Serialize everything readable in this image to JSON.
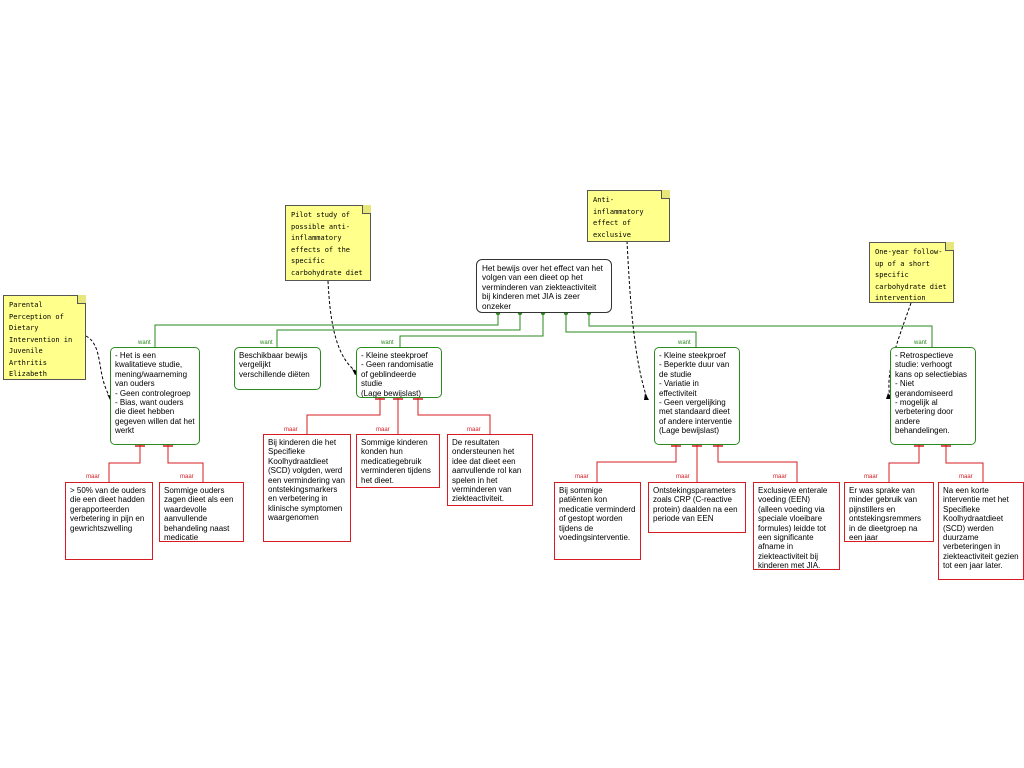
{
  "diagram": {
    "colors": {
      "reason": "#2a8a1e",
      "objection": "#d61c22",
      "note": "#ffff8c",
      "claim_border": "#333333"
    },
    "link_labels": {
      "reason": "want",
      "objection": "maar"
    },
    "claim": "Het bewijs over het effect van het volgen van een dieet op het verminderen van ziekteactiviteit bij kinderen met JIA is zeer onzeker",
    "reasons": [
      "- Het is een kwalitatieve studie, mening/waarneming van ouders\n- Geen controlegroep\n- Bias, want ouders die dieet hebben gegeven willen dat het werkt",
      "Beschikbaar bewijs vergelijkt verschillende diëten",
      "- Kleine steekproef\n- Geen randomisatie of geblindeerde studie\n(Lage bewijslast)",
      "- Kleine steekproef\n- Beperkte duur van de studie\n- Variatie in effectiviteit\n- Geen vergelijking met standaard dieet of andere interventie\n(Lage bewijslast)",
      "- Retrospectieve studie: verhoogt kans op selectiebias\n- Niet gerandomiseerd\n- mogelijk al verbetering door andere behandelingen."
    ],
    "objections": [
      "> 50% van de ouders die een dieet hadden gerapporteerden verbetering in pijn en gewrichtszwelling",
      "Sommige ouders zagen dieet als een waardevolle aanvullende behandeling naast medicatie",
      "Bij kinderen die het Specifieke Koolhydraatdieet (SCD) volgden, werd een vermindering van ontstekingsmarkers en verbetering in klinische symptomen waargenomen",
      "Sommige kinderen konden hun medicatiegebruik verminderen tijdens het dieet.",
      "De resultaten ondersteunen het idee dat dieet een aanvullende rol kan spelen in het verminderen van ziekteactiviteit.",
      "Bij sommige patiënten kon medicatie verminderd of gestopt worden tijdens de voedingsinterventie.",
      "Ontstekingsparameters zoals CRP (C-reactive protein) daalden na een periode van EEN",
      "Exclusieve enterale voeding (EEN) (alleen voeding via speciale vloeibare formules) leidde tot een significante afname in ziekteactiviteit bij kinderen met JIA.",
      "Er was sprake van minder gebruik van pijnstillers en ontstekingsremmers in de dieetgroep na een jaar",
      "Na een korte interventie met het Specifieke Koolhydraatdieet (SCD) werden duurzame verbeteringen in ziekteactiviteit gezien tot een jaar later."
    ],
    "notes": [
      "Parental Perception of Dietary Intervention in Juvenile Arthritis Elizabeth McIntyre",
      "Pilot study of possible anti-inflammatory effects of the specific carbohydrate diet",
      "Anti-inflammatory effect of exclusive enteral nutrition",
      "One-year follow-up of a short specific carbohydrate diet intervention"
    ]
  }
}
